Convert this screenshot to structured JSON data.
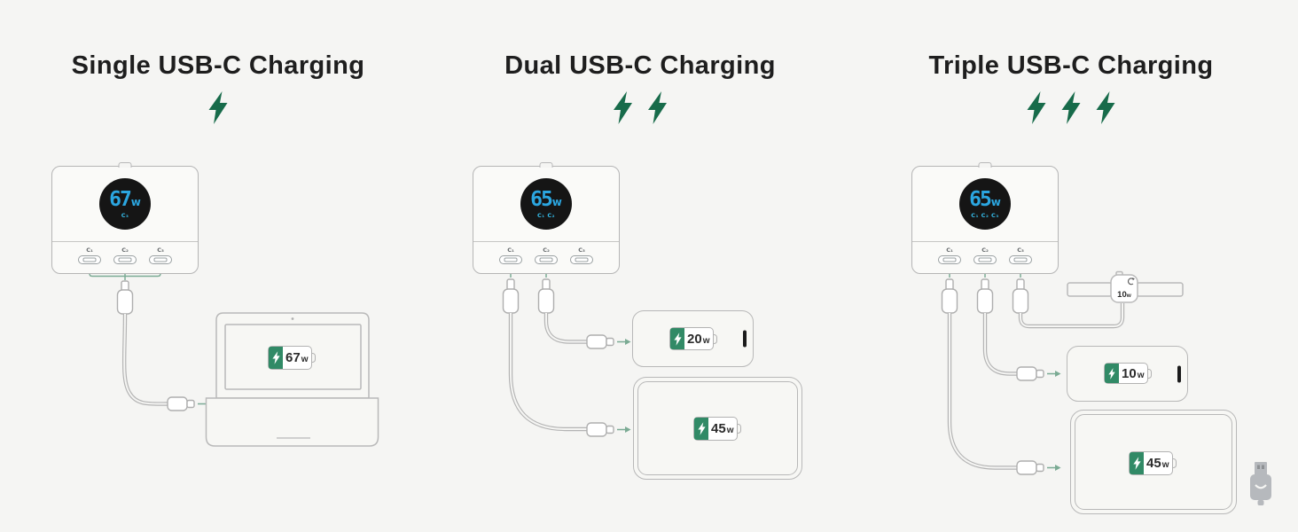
{
  "colors": {
    "background": "#f5f5f3",
    "line_gray": "#b8b8b8",
    "title_text": "#1e1e1e",
    "bolt_green": "#176b4a",
    "arrow_green": "#7bab94",
    "battery_green": "#318a66",
    "display_bg": "#151515",
    "display_blue": "#2ba6e0",
    "display_cyan": "#35bbe9",
    "usb_icon_gray": "#b6b9bd"
  },
  "panels": [
    {
      "title": "Single USB-C Charging",
      "bolt_count": 1,
      "charger": {
        "watts": "67",
        "watt_unit": "w",
        "active_ports": "C₃",
        "port_labels": [
          "C₁",
          "C₂",
          "C₃"
        ]
      },
      "devices": {
        "laptop": {
          "battery_value": "67",
          "battery_unit": "w"
        }
      }
    },
    {
      "title": "Dual USB-C Charging",
      "bolt_count": 2,
      "charger": {
        "watts": "65",
        "watt_unit": "w",
        "active_ports": "C₁ C₂",
        "port_labels": [
          "C₁",
          "C₂",
          "C₃"
        ]
      },
      "devices": {
        "phone": {
          "battery_value": "20",
          "battery_unit": "w"
        },
        "tablet": {
          "battery_value": "45",
          "battery_unit": "w"
        }
      }
    },
    {
      "title": "Triple USB-C Charging",
      "bolt_count": 3,
      "charger": {
        "watts": "65",
        "watt_unit": "w",
        "active_ports": "C₁ C₂ C₃",
        "port_labels": [
          "C₁",
          "C₂",
          "C₃"
        ]
      },
      "devices": {
        "watch": {
          "battery_value": "10",
          "battery_unit": "w"
        },
        "phone": {
          "battery_value": "10",
          "battery_unit": "w"
        },
        "tablet": {
          "battery_value": "45",
          "battery_unit": "w"
        }
      }
    }
  ]
}
